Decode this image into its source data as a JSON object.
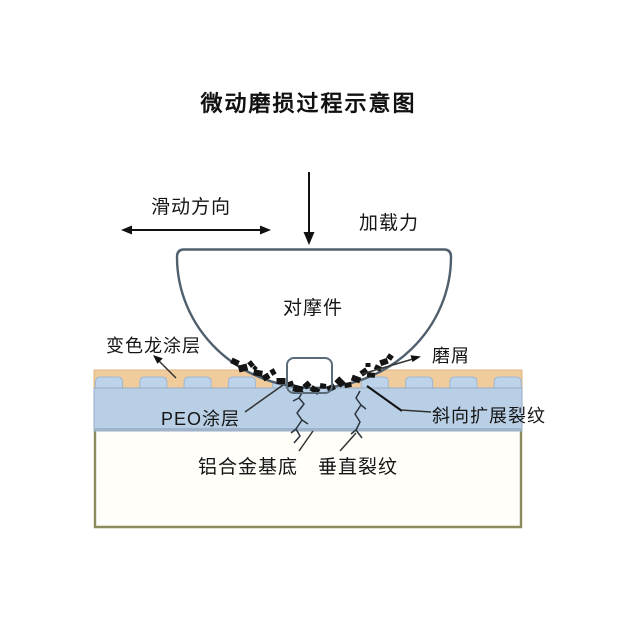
{
  "title": "微动磨损过程示意图",
  "annotations": {
    "sliding_direction": "滑动方向",
    "loading_force": "加载力",
    "counterpart": "对摩件",
    "chameleon_coating": "变色龙涂层",
    "wear_debris": "磨屑",
    "peo_coating": "PEO涂层",
    "oblique_propagating_crack": "斜向扩展裂纹",
    "aluminum_alloy_substrate": "铝合金基底",
    "vertical_crack": "垂直裂纹"
  },
  "colors": {
    "chameleon_layer": "#f0cb9c",
    "chameleon_border": "#dcb581",
    "bump_fill": "#bdd3e9",
    "bump_border": "#9fb8d2",
    "peo_layer": "#b9cfe5",
    "peo_border": "#97adc6",
    "peo_edge": "#9fb4cb",
    "substrate_fill": "#fffef9",
    "substrate_border": "#8b8b5e",
    "outline": "#4f5f6e",
    "debris": "#141414",
    "crack": "#2b3540"
  }
}
